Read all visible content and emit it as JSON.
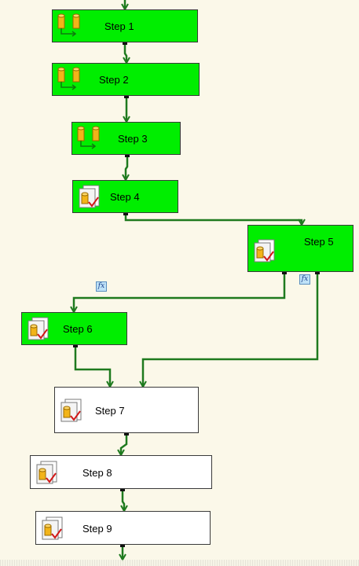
{
  "designer": {
    "tasks": [
      {
        "label": "Step 1",
        "status": "success",
        "icon": "data-flow-task-icon"
      },
      {
        "label": "Step 2",
        "status": "success",
        "icon": "data-flow-task-icon"
      },
      {
        "label": "Step 3",
        "status": "success",
        "icon": "data-flow-task-icon"
      },
      {
        "label": "Step 4",
        "status": "success",
        "icon": "execute-sql-task-icon"
      },
      {
        "label": "Step 5",
        "status": "success",
        "icon": "execute-sql-task-icon"
      },
      {
        "label": "Step 6",
        "status": "success",
        "icon": "execute-sql-task-icon"
      },
      {
        "label": "Step 7",
        "status": "pending",
        "icon": "execute-sql-task-icon"
      },
      {
        "label": "Step 8",
        "status": "pending",
        "icon": "execute-sql-task-icon"
      },
      {
        "label": "Step 9",
        "status": "pending",
        "icon": "execute-sql-task-icon"
      }
    ],
    "expression_badge": "fx",
    "colors": {
      "success_fill": "#00ee00",
      "pending_fill": "#ffffff",
      "connector": "#1e7a1e",
      "canvas_background": "#fbf8e9"
    }
  }
}
